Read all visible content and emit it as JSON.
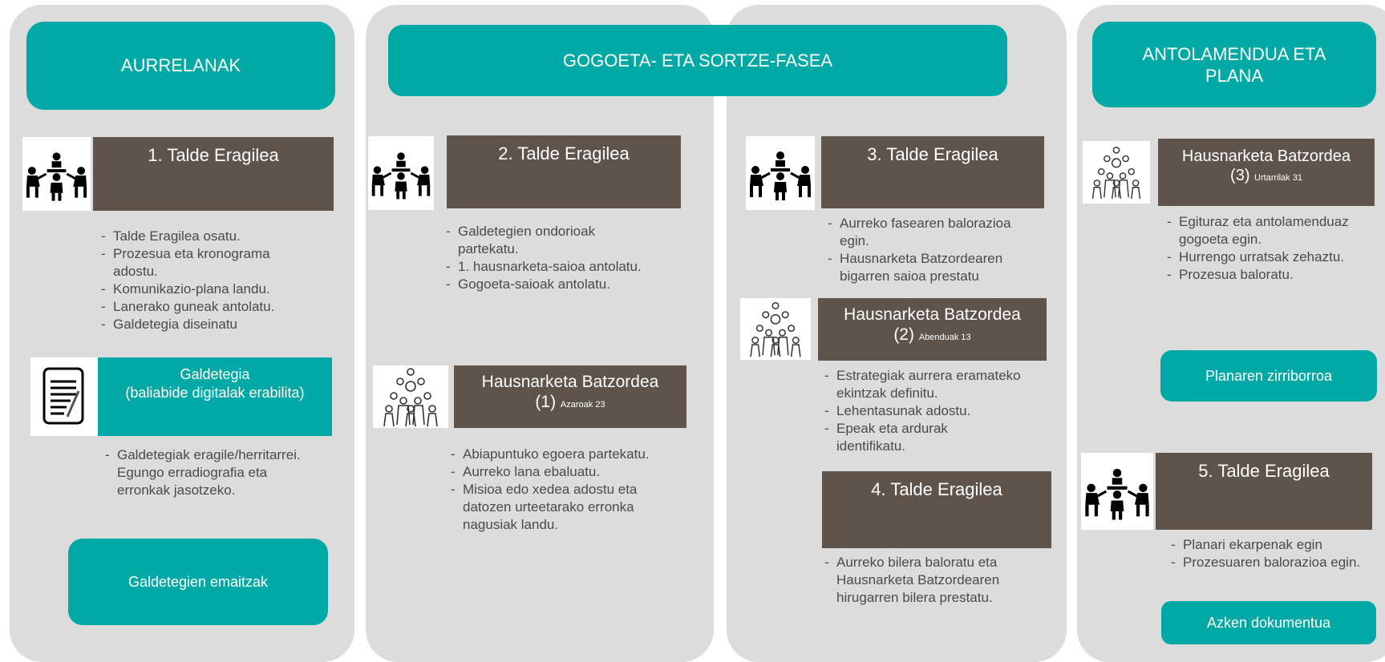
{
  "phases": {
    "aurrelanak": "AURRELANAK",
    "gogoeta": "GOGOETA- ETA SORTZE-FASEA",
    "antolamendua": "ANTOLAMENDUA ETA PLANA"
  },
  "col1": {
    "group1_title": "1. Talde Eragilea",
    "group1_tasks": [
      "Talde Eragilea osatu.",
      "Prozesua eta kronograma adostu.",
      "Komunikazio-plana landu.",
      "Lanerako guneak antolatu.",
      "Galdetegia diseinatu"
    ],
    "survey_title": "Galdetegia",
    "survey_subtitle": "(baliabide digitalak erabilita)",
    "survey_tasks": [
      "Galdetegiak eragile/herritarrei. Egungo erradiografia eta erronkak jasotzeko."
    ],
    "results_button": "Galdetegien emaitzak"
  },
  "col2": {
    "group2_title": "2. Talde Eragilea",
    "group2_tasks": [
      "Galdetegien ondorioak partekatu.",
      "1. hausnarketa-saioa antolatu.",
      "Gogoeta-saioak antolatu."
    ],
    "hb1_title": "Hausnarketa Batzordea",
    "hb1_num": "(1)",
    "hb1_date": "Azaroak 23",
    "hb1_tasks": [
      "Abiapuntuko egoera partekatu.",
      "Aurreko lana ebaluatu.",
      "Misioa edo xedea adostu eta datozen urteetarako erronka nagusiak landu."
    ]
  },
  "col3": {
    "group3_title": "3. Talde Eragilea",
    "group3_tasks": [
      "Aurreko fasearen balorazioa egin.",
      "Hausnarketa Batzordearen bigarren saioa prestatu"
    ],
    "hb2_title": "Hausnarketa Batzordea",
    "hb2_num": "(2)",
    "hb2_date": "Abenduak 13",
    "hb2_tasks": [
      "Estrategiak aurrera eramateko ekintzak definitu.",
      "Lehentasunak adostu.",
      "Epeak eta ardurak identifikatu."
    ],
    "group4_title": "4. Talde Eragilea",
    "group4_tasks": [
      "Aurreko bilera baloratu eta Hausnarketa Batzordearen hirugarren bilera prestatu."
    ]
  },
  "col4": {
    "hb3_title": "Hausnarketa Batzordea",
    "hb3_num": "(3)",
    "hb3_date": "Urtarrilak 31",
    "hb3_tasks": [
      "Egituraz eta antolamenduaz gogoeta egin.",
      "Hurrengo urratsak zehaztu.",
      "Prozesua baloratu."
    ],
    "draft_button": "Planaren zirriborroa",
    "group5_title": "5. Talde Eragilea",
    "group5_tasks": [
      "Planari ekarpenak egin",
      "Prozesuaren balorazioa egin."
    ],
    "final_button": "Azken dokumentua"
  },
  "colors": {
    "teal": "#00a9a5",
    "brown": "#5e544c",
    "column_bg": "#dcdcdc",
    "text": "#4a4a4a"
  },
  "icons": [
    "meeting-icon",
    "committee-icon",
    "document-icon"
  ]
}
